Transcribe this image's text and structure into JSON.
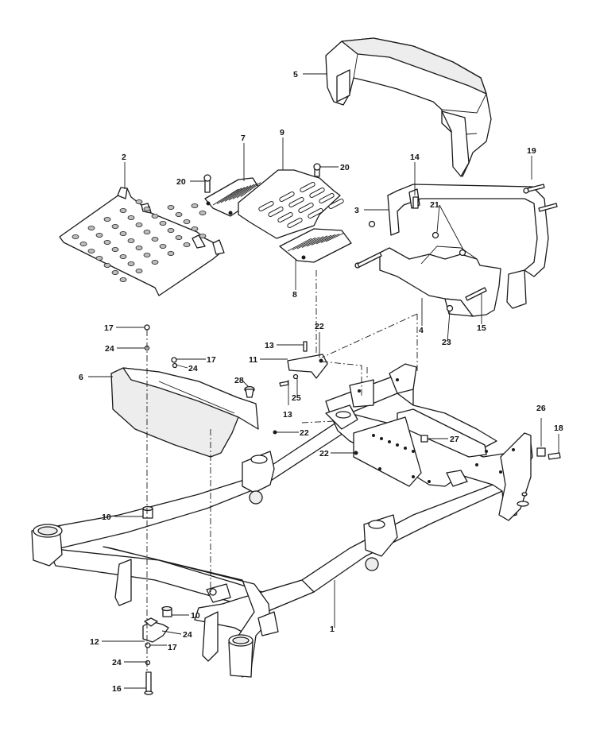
{
  "callouts": [
    {
      "id": "c1",
      "text": "1"
    },
    {
      "id": "c2",
      "text": "2"
    },
    {
      "id": "c3",
      "text": "3"
    },
    {
      "id": "c4",
      "text": "4"
    },
    {
      "id": "c5",
      "text": "5"
    },
    {
      "id": "c6",
      "text": "6"
    },
    {
      "id": "c7",
      "text": "7"
    },
    {
      "id": "c8",
      "text": "8"
    },
    {
      "id": "c9",
      "text": "9"
    },
    {
      "id": "c10a",
      "text": "10"
    },
    {
      "id": "c10b",
      "text": "10"
    },
    {
      "id": "c11",
      "text": "11"
    },
    {
      "id": "c12",
      "text": "12"
    },
    {
      "id": "c13a",
      "text": "13"
    },
    {
      "id": "c13b",
      "text": "13"
    },
    {
      "id": "c14",
      "text": "14"
    },
    {
      "id": "c15",
      "text": "15"
    },
    {
      "id": "c16",
      "text": "16"
    },
    {
      "id": "c17a",
      "text": "17"
    },
    {
      "id": "c17b",
      "text": "17"
    },
    {
      "id": "c17c",
      "text": "17"
    },
    {
      "id": "c18",
      "text": "18"
    },
    {
      "id": "c19",
      "text": "19"
    },
    {
      "id": "c20a",
      "text": "20"
    },
    {
      "id": "c20b",
      "text": "20"
    },
    {
      "id": "c21",
      "text": "21"
    },
    {
      "id": "c22a",
      "text": "22"
    },
    {
      "id": "c22b",
      "text": "22"
    },
    {
      "id": "c22c",
      "text": "22"
    },
    {
      "id": "c23",
      "text": "23"
    },
    {
      "id": "c24a",
      "text": "24"
    },
    {
      "id": "c24b",
      "text": "24"
    },
    {
      "id": "c24c",
      "text": "24"
    },
    {
      "id": "c24d",
      "text": "24"
    },
    {
      "id": "c25",
      "text": "25"
    },
    {
      "id": "c26",
      "text": "26"
    },
    {
      "id": "c27",
      "text": "27"
    },
    {
      "id": "c28",
      "text": "28"
    }
  ]
}
